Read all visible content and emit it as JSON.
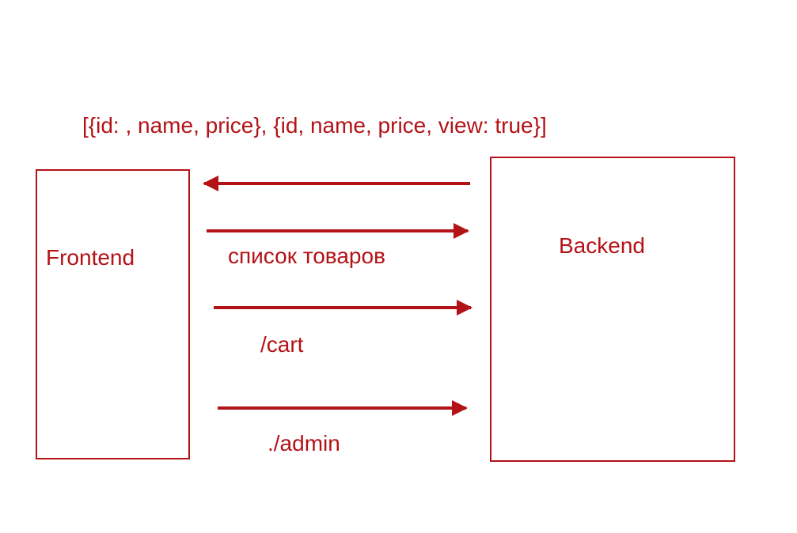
{
  "diagram": {
    "colors": {
      "primary": "#b31217"
    },
    "payload_label": "[{id: , name, price}, {id, name, price, view: true}]",
    "frontend_label": "Frontend",
    "backend_label": "Backend",
    "edges": [
      {
        "name": "backend-to-frontend",
        "from": "Backend",
        "to": "Frontend",
        "label": ""
      },
      {
        "name": "product-list-request",
        "from": "Frontend",
        "to": "Backend",
        "label": "список товаров"
      },
      {
        "name": "cart-request",
        "from": "Frontend",
        "to": "Backend",
        "label": "/cart"
      },
      {
        "name": "admin-request",
        "from": "Frontend",
        "to": "Backend",
        "label": "./admin"
      }
    ]
  }
}
